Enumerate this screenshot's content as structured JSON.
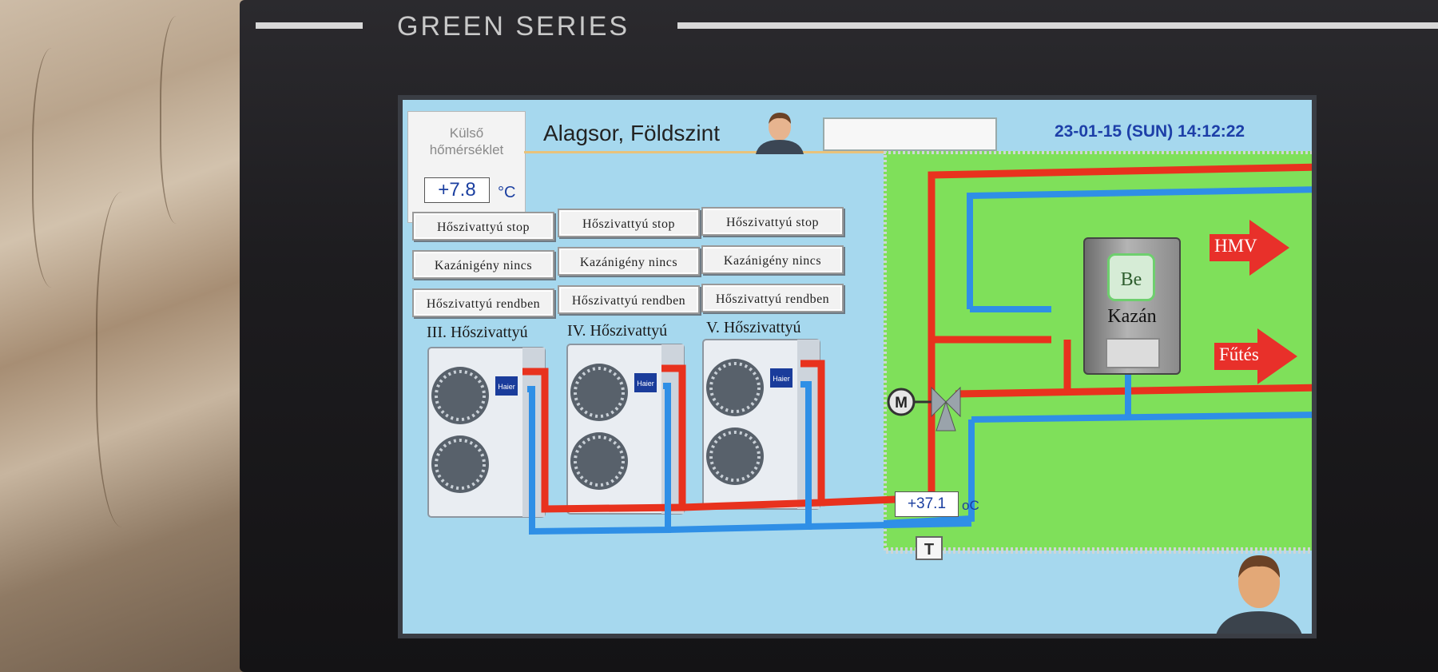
{
  "device": {
    "brand": "GREEN SERIES"
  },
  "header": {
    "outside_temp_label_1": "Külső",
    "outside_temp_label_2": "hőmérséklet",
    "outside_temp_value": "+7.8",
    "outside_temp_unit": "°C",
    "zone_title": "Alagsor, Földszint",
    "message": "",
    "datetime": "23-01-15 (SUN) 14:12:22"
  },
  "heat_pumps": [
    {
      "name": "III. Hőszivattyú",
      "status_stop": "Hőszivattyú stop",
      "boiler_demand": "Kazánigény nincs",
      "health": "Hőszivattyú rendben"
    },
    {
      "name": "IV. Hőszivattyú",
      "status_stop": "Hőszivattyú stop",
      "boiler_demand": "Kazánigény nincs",
      "health": "Hőszivattyú rendben"
    },
    {
      "name": "V. Hőszivattyú",
      "status_stop": "Hőszivattyú stop",
      "boiler_demand": "Kazánigény nincs",
      "health": "Hőszivattyú rendben"
    }
  ],
  "unit_brand": "Haier",
  "plant": {
    "boiler_state": "Be",
    "boiler_name": "Kazán",
    "dhw_label": "HMV",
    "heating_label": "Fűtés",
    "valve_motor": "M",
    "supply_temp": "+37.1",
    "supply_temp_unit": "oC",
    "sensor_label": "T"
  },
  "colors": {
    "hot_pipe": "#e8321e",
    "cold_pipe": "#2f8fe6",
    "screen_bg": "#a6d8ee",
    "plant_bg": "#7fe05a",
    "arrow": "#e8302a"
  }
}
